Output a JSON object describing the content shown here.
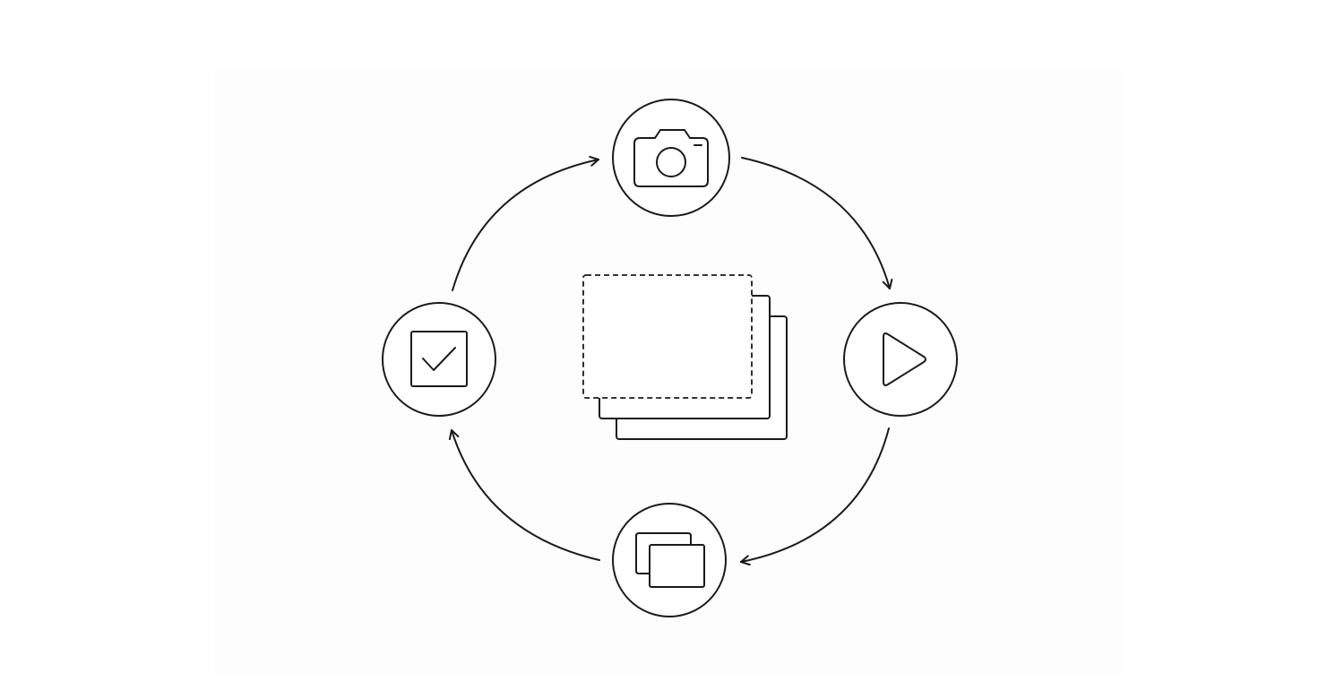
{
  "diagram": {
    "type": "cycle",
    "direction": "clockwise",
    "colors": {
      "stroke": "#1a1a1a",
      "background": "#ffffff",
      "panel": "#fdfdfd"
    },
    "nodes": [
      {
        "id": "capture",
        "icon": "camera-icon"
      },
      {
        "id": "play",
        "icon": "play-icon"
      },
      {
        "id": "duplicate",
        "icon": "stacked-windows-icon"
      },
      {
        "id": "approve",
        "icon": "checkbox-check-icon"
      }
    ],
    "edges": [
      {
        "from": "capture",
        "to": "play"
      },
      {
        "from": "play",
        "to": "duplicate"
      },
      {
        "from": "duplicate",
        "to": "approve"
      },
      {
        "from": "approve",
        "to": "capture"
      }
    ],
    "center": {
      "icon": "frame-stack-icon"
    }
  }
}
